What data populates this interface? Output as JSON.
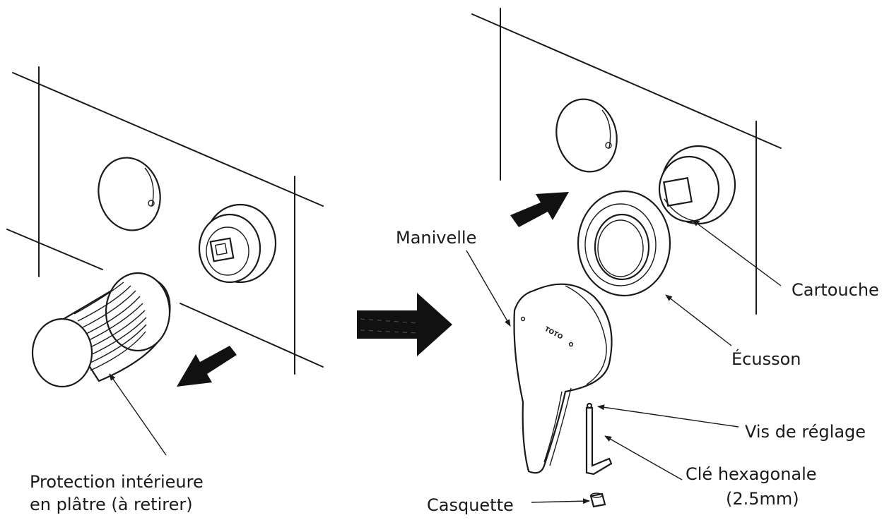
{
  "labels": {
    "protection": {
      "line1": "Protection intérieure",
      "line2": "en plâtre (à retirer)"
    },
    "manivelle": "Manivelle",
    "cartouche": "Cartouche",
    "ecusson": "Écusson",
    "vis": "Vis de réglage",
    "cle": {
      "line1": "Clé hexagonale",
      "line2": "(2.5mm)"
    },
    "casquette": "Casquette"
  },
  "handle_mark": "TOTO"
}
